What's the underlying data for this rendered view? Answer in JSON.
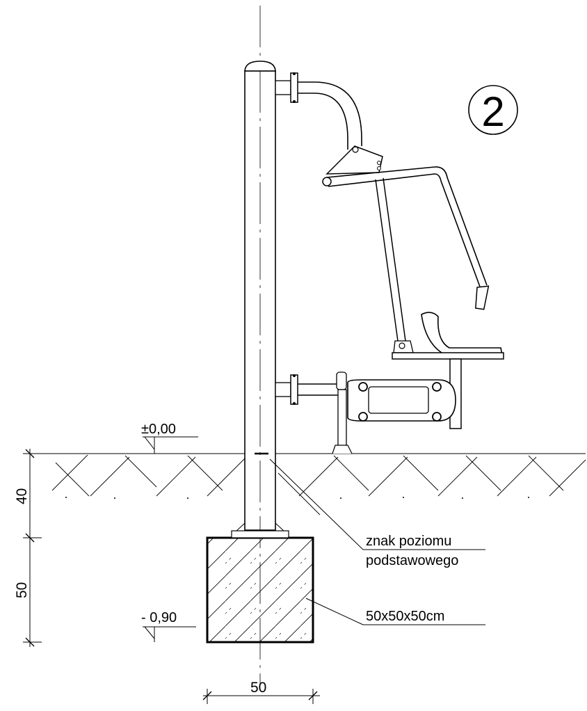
{
  "badge": {
    "number": "2"
  },
  "levels": {
    "ground": "±0,00",
    "foundation_bottom": "- 0,90"
  },
  "dimensions": {
    "depth_upper": "40",
    "depth_lower": "50",
    "width": "50"
  },
  "callouts": {
    "level_mark_line1": "znak poziomu",
    "level_mark_line2": "podstawowego",
    "foundation_size": "50x50x50cm"
  }
}
